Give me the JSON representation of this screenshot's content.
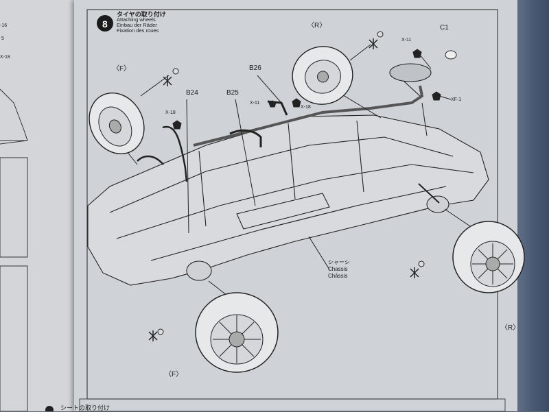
{
  "left_page": {
    "codes": [
      "-16",
      "5",
      "X-18"
    ]
  },
  "step": {
    "number": "8",
    "title_jp": "タイヤの取り付け",
    "title_en": "Attaching wheels",
    "title_de": "Einbau der Räder",
    "title_fr": "Fixation des roues"
  },
  "parts": {
    "rear_top": "〈R〉",
    "c1": "C1",
    "x11_top": "X-11",
    "xf1": "XF-1",
    "b26": "B26",
    "x11_mid": "X-11",
    "x18_mid": "X-18",
    "front_top": "〈F〉",
    "b24": "B24",
    "b25": "B25",
    "x18_left": "X-18",
    "chassis_jp": "シャーシ",
    "chassis_de": "Chassis",
    "chassis_fr": "Châssis",
    "rear_bottom": "〈R〉",
    "front_bottom": "〈F〉"
  },
  "next_step": {
    "partial_text": "シートの取り付け"
  }
}
